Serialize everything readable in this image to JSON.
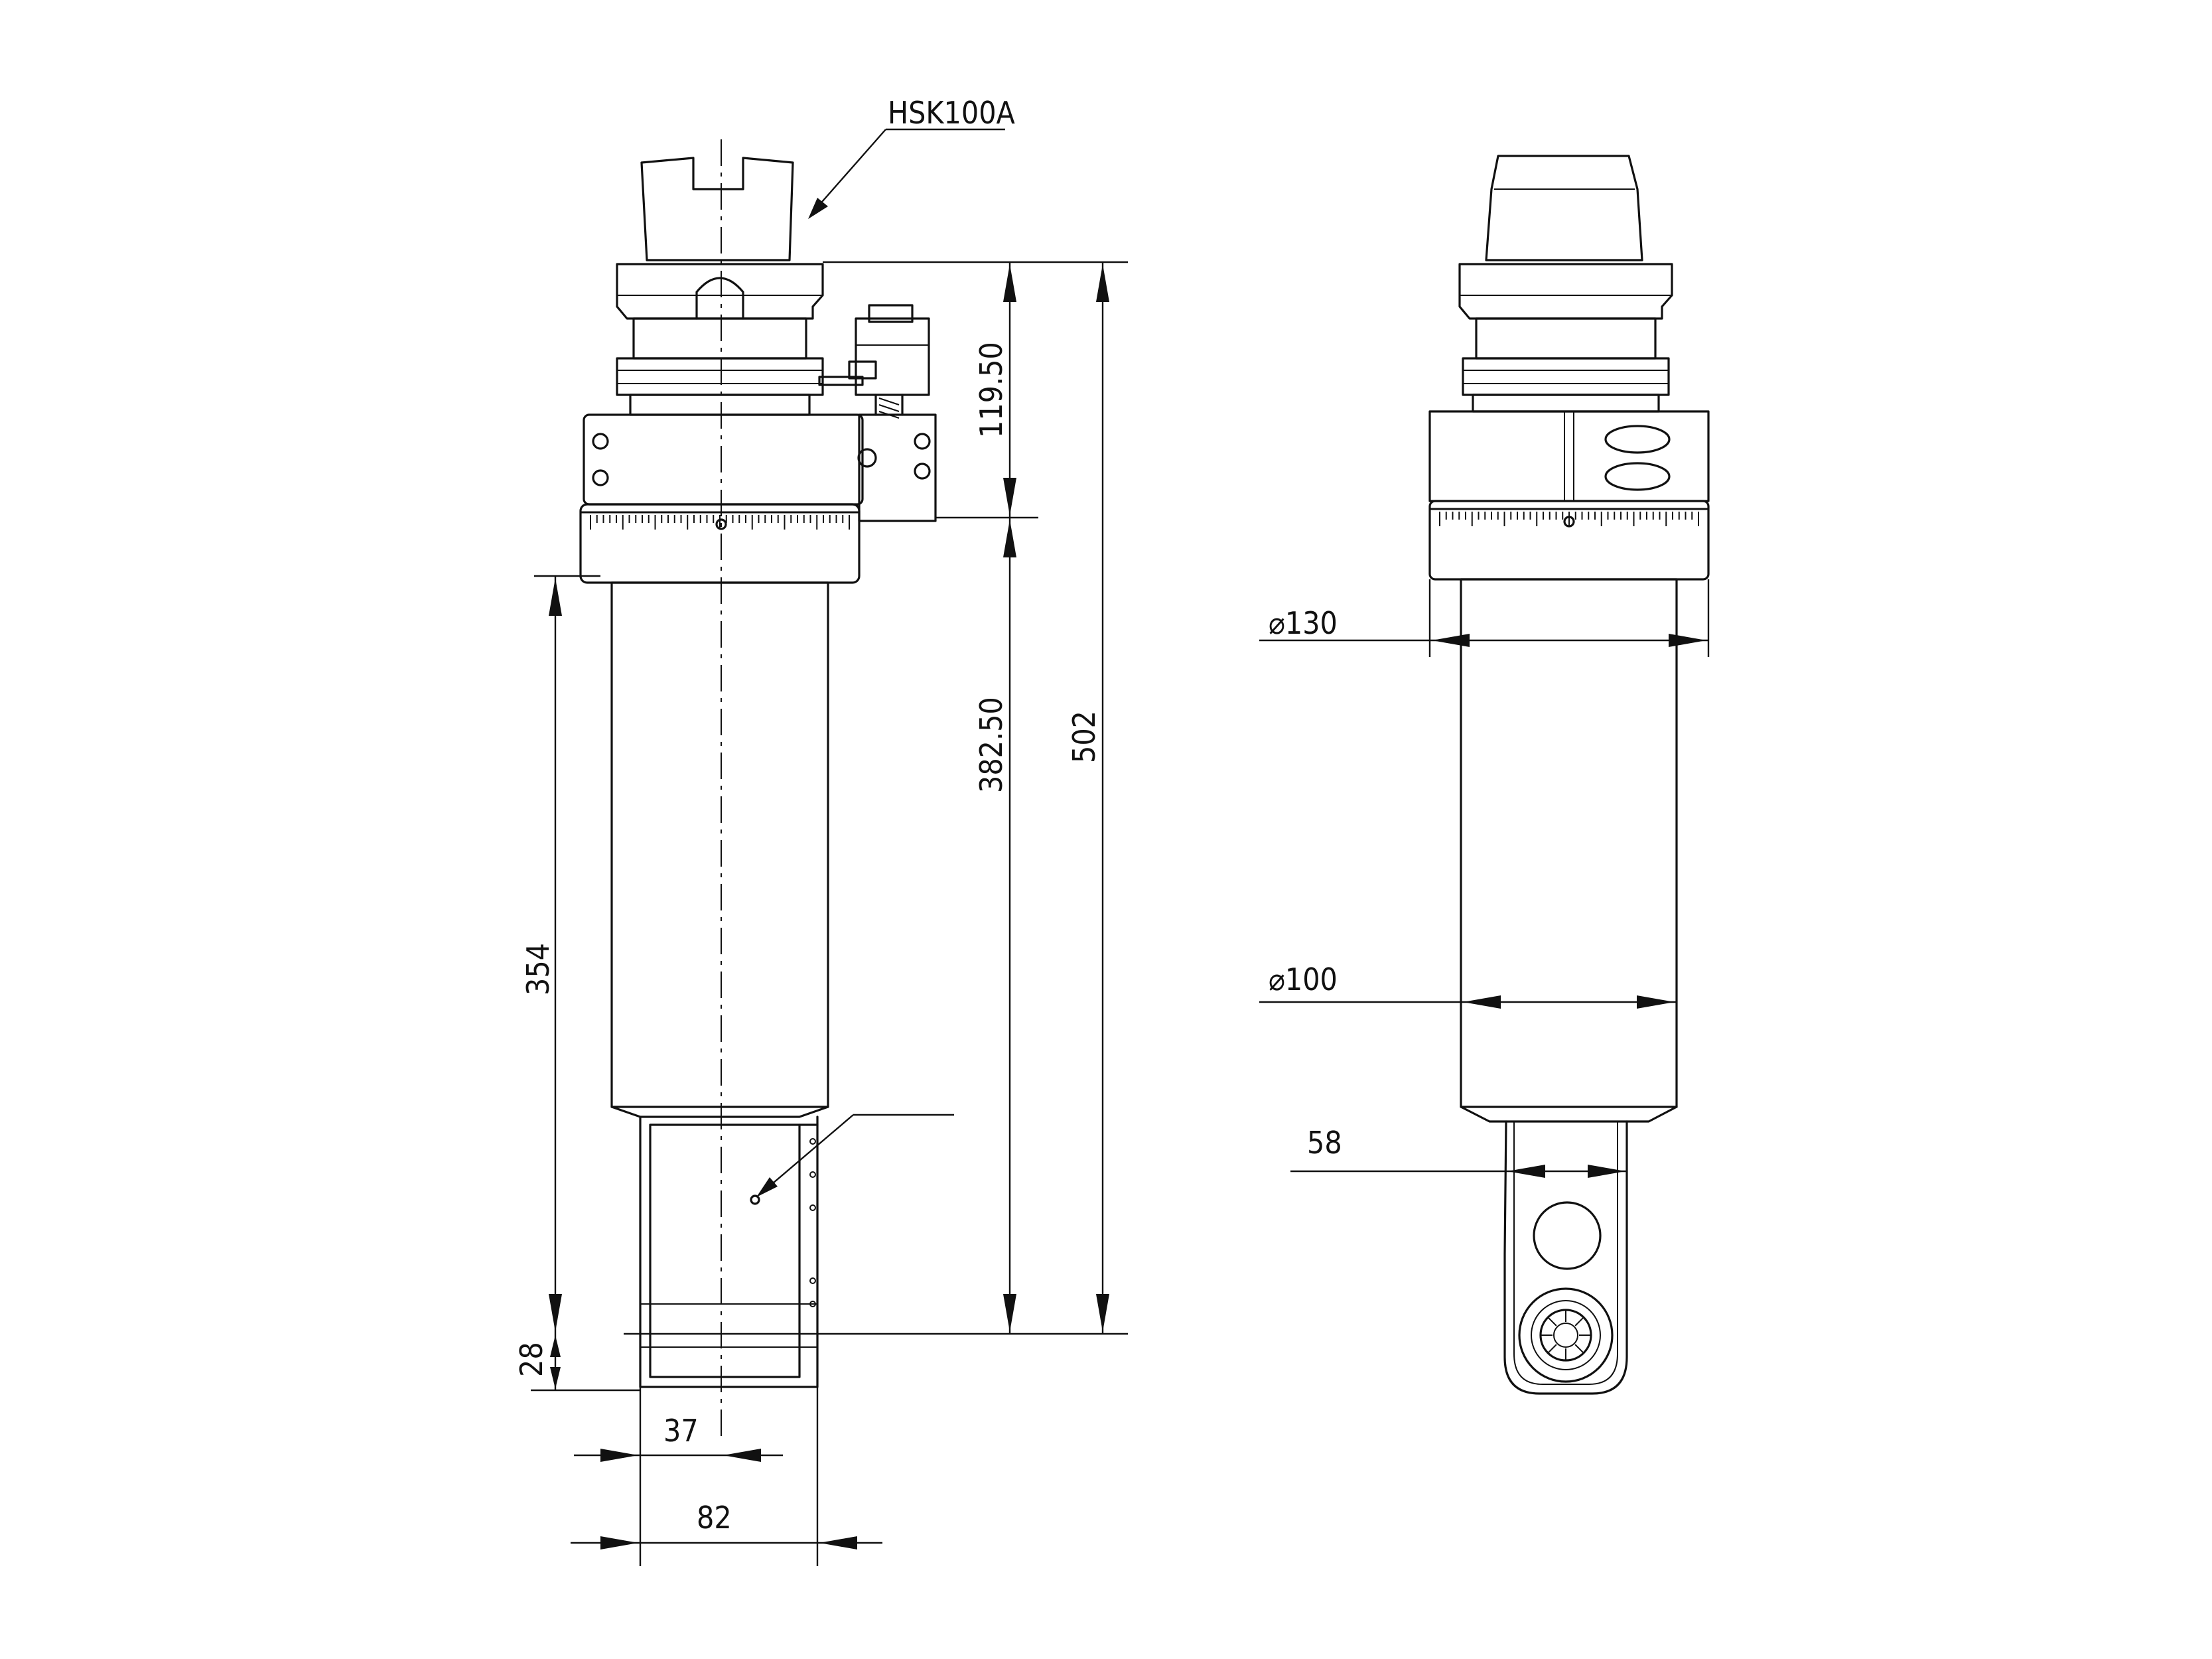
{
  "drawing": {
    "callout_label": "HSK100A",
    "dimensions": {
      "upper_height": "119.50",
      "lower_height": "382.50",
      "total_height": "502",
      "body_length": "354",
      "tip_height": "28",
      "center_offset": "37",
      "head_width": "82",
      "flange_diameter": "⌀130",
      "body_diameter": "⌀100",
      "head_front_width": "58"
    }
  }
}
